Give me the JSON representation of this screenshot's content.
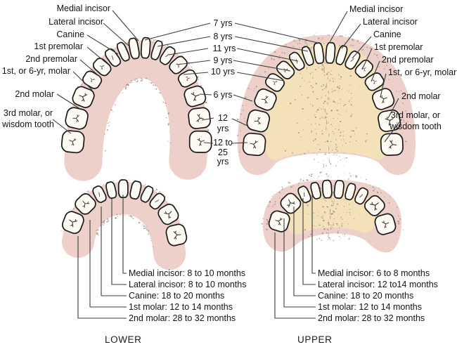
{
  "figure": {
    "colors": {
      "gum": "#ecd0c9",
      "gum_stipple": "#8a7166",
      "palate": "#f3e1ba",
      "palate_stipple": "#6f6353",
      "tooth_fill": "#fcfaf2",
      "tooth_outline": "#1a1a1a",
      "leader_line": "#3d3d3d"
    },
    "permanent": {
      "left_labels": [
        "Medial incisor",
        "Lateral incisor",
        "Canine",
        "1st premolar",
        "2nd premolar",
        "1st, or 6-yr, molar",
        "2nd molar",
        "3rd molar, or wisdom tooth"
      ],
      "ages": [
        "7 yrs",
        "8 yrs",
        "11 yrs",
        "9 yrs",
        "10 yrs",
        "6 yrs",
        "12 yrs",
        "12 to 25 yrs"
      ],
      "right_labels": [
        "Medial incisor",
        "Lateral incisor",
        "Canine",
        "1st premolar",
        "2nd premolar",
        "1st, or 6-yr, molar",
        "2nd molar",
        "3rd molar, or wisdom tooth"
      ]
    },
    "deciduous": {
      "lower": {
        "caption": "LOWER",
        "labels": [
          "Medial incisor: 8 to 10 months",
          "Lateral incisor: 8 to 10 months",
          "Canine: 18 to 20 months",
          "1st molar: 12 to 14 months",
          "2nd molar: 28 to 32 months"
        ]
      },
      "upper": {
        "caption": "UPPER",
        "labels": [
          "Medial incisor: 6 to 8 months",
          "Lateral incisor: 12 to14 months",
          "Canine: 18 to 20 months",
          "1st molar: 12 to 14 months",
          "2nd molar: 28 to 32 months"
        ]
      }
    }
  }
}
